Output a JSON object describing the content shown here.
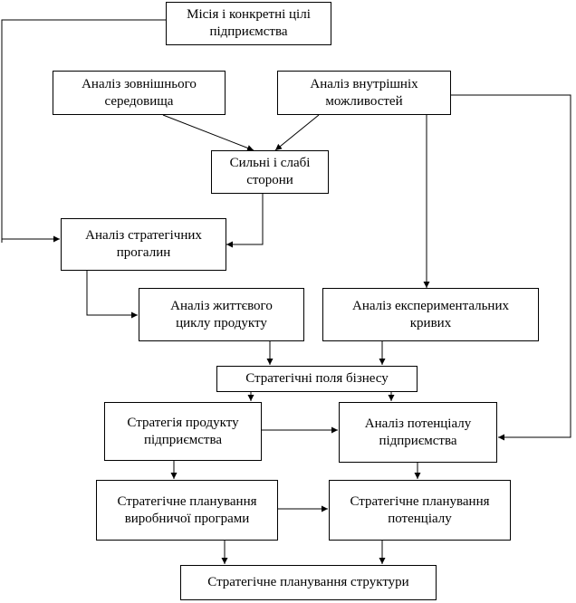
{
  "boxes": {
    "mission": "Місія і конкретні цілі\nпідприємства",
    "external": "Аналіз зовнішнього\nсередовища",
    "internal": "Аналіз внутрішніх\nможливостей",
    "swot": "Сильні і слабі\nсторони",
    "gaps": "Аналіз стратегічних\nпрогалин",
    "lifecycle": "Аналіз життєвого\nциклу продукту",
    "experimental": "Аналіз експериментальних\nкривих",
    "business_fields": "Стратегічні поля бізнесу",
    "product_strategy": "Стратегія продукту\nпідприємства",
    "potential_analysis": "Аналіз потенціалу\nпідприємства",
    "production_planning": "Стратегічне планування\nвиробничої програми",
    "potential_planning": "Стратегічне планування\nпотенціалу",
    "structure_planning": "Стратегічне планування структури"
  },
  "colors": {
    "stroke": "#000000",
    "background": "#ffffff"
  }
}
